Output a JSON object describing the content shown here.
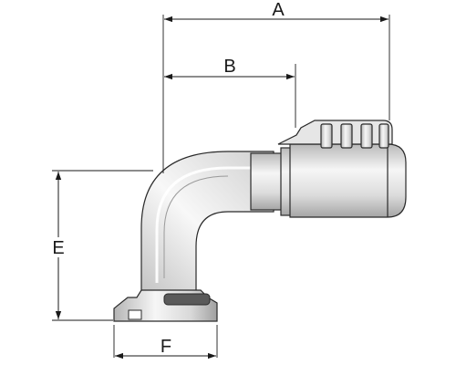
{
  "diagram": {
    "dimensions": {
      "a": "A",
      "b": "B",
      "e": "E",
      "f": "F"
    },
    "colors": {
      "line": "#1a1a1a",
      "metal_light": "#f4f4f4",
      "metal_mid": "#c8c8c8",
      "metal_dark": "#8a8a8a"
    }
  }
}
